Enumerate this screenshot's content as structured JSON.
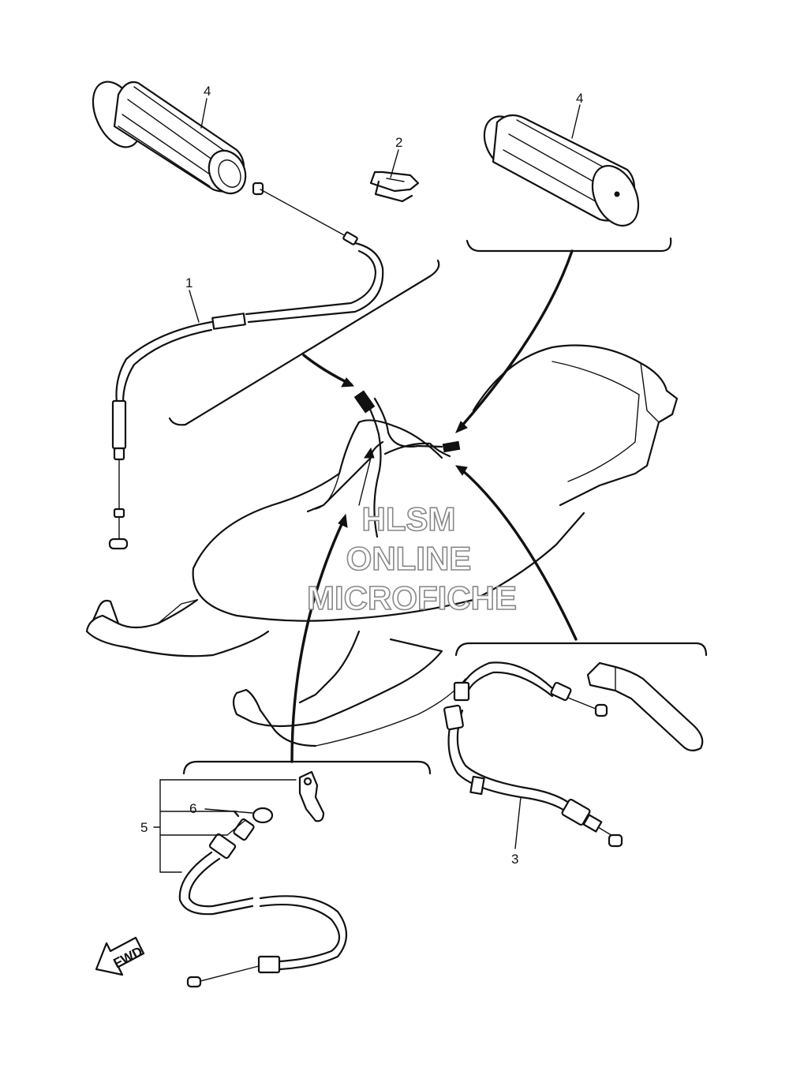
{
  "labels": {
    "p1": "1",
    "p2": "2",
    "p3": "3",
    "p4a": "4",
    "p4b": "4",
    "p5": "5",
    "p6": "6"
  },
  "fwd_arrow": "FWD",
  "watermark": {
    "line1": "HLSM",
    "line2": "ONLINE",
    "line3": "MICROFICHE"
  },
  "colors": {
    "ink": "#111111",
    "paper": "#ffffff",
    "watermark_outline": "#888888"
  }
}
